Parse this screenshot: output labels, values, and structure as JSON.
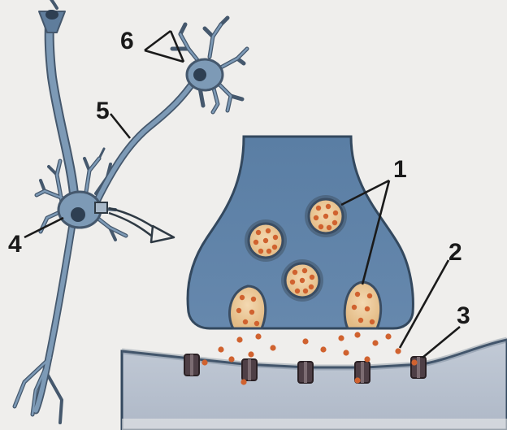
{
  "labels": {
    "vesicles": "1",
    "neurotransmitter": "2",
    "receptor": "3",
    "cell_body": "4",
    "axon": "5",
    "dendrites": "6"
  },
  "colors": {
    "background": "#efeeec",
    "neuron": "#7d9ab6",
    "neuron_dark": "#45586d",
    "terminal": "#5b7ea3",
    "postsynaptic": "#b7c0cd",
    "vesicle": "#e8c79a",
    "transmitter": "#d0622f",
    "receptor": "#4e3f46"
  },
  "icons": [
    "zoom-arrow-icon",
    "inset-box-icon"
  ]
}
